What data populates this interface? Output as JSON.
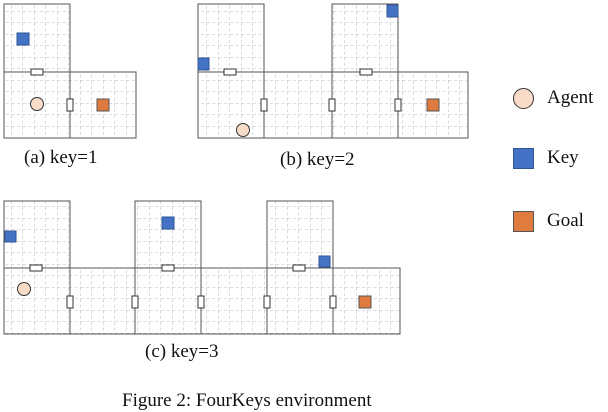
{
  "colors": {
    "agent": "#f8dcc8",
    "key": "#4472c4",
    "goal": "#e07b3f",
    "wall": "#555555",
    "grid": "#9a9a9a"
  },
  "legend": [
    {
      "label": "Agent",
      "shape": "circle",
      "color_key": "agent"
    },
    {
      "label": "Key",
      "shape": "square",
      "color_key": "key"
    },
    {
      "label": "Goal",
      "shape": "square",
      "color_key": "goal"
    }
  ],
  "panels": [
    {
      "caption": "(a) key=1",
      "keys": 1
    },
    {
      "caption": "(b) key=2",
      "keys": 2
    },
    {
      "caption": "(c) key=3",
      "keys": 3
    }
  ],
  "figure_caption": "Figure 2: FourKeys environment"
}
